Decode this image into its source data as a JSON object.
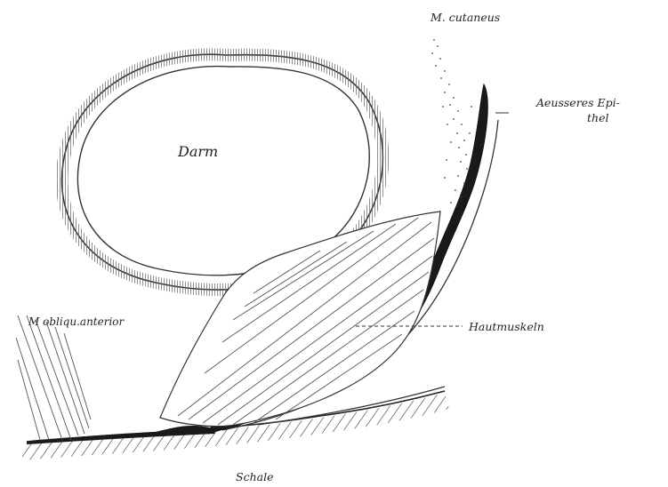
{
  "labels": {
    "darm": "Darm",
    "m_cutaneus": "M. cutaneus",
    "aeusseres_epithel_line1": "Aeusseres Epi-",
    "aeusseres_epithel_line2": "thel",
    "m_obliqu_anterior": "M obliqu.anterior",
    "hautmuskeln": "Hautmuskeln",
    "schale": "Schale"
  },
  "colors": {
    "ink": "#222222",
    "background": "#ffffff"
  }
}
